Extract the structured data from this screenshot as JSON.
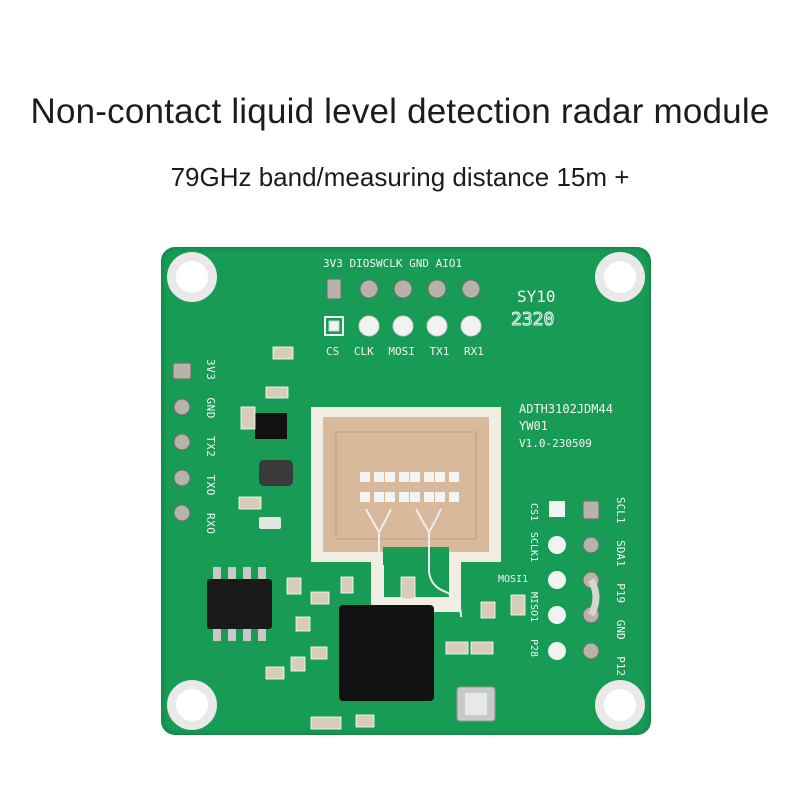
{
  "header": {
    "title": "Non-contact liquid level detection radar module",
    "subtitle": "79GHz band/measuring distance 15m +"
  },
  "board": {
    "top_header_labels": [
      "3V3",
      "DIO",
      "SWCLK",
      "GND",
      "AIO1"
    ],
    "bottom_header_labels": [
      "CS",
      "CLK",
      "MOSI",
      "TX1",
      "RX1"
    ],
    "left_header_labels": [
      "3V3",
      "GND",
      "TX2",
      "TXO",
      "RXO"
    ],
    "right_outer_labels": [
      "SCL1",
      "SDA1",
      "P19",
      "GND",
      "P12"
    ],
    "right_inner_labels": [
      "SCLK1",
      "CS1",
      "MOSI1",
      "MISO1",
      "P28"
    ],
    "model_code": "SY10",
    "date_code": "2320",
    "part_number": "ADTH3102JDM44",
    "marking": "YW01",
    "version": "V1.0-230509"
  },
  "colors": {
    "pcb": "#179b55",
    "pad": "#d9b99b",
    "chip": "#111111"
  }
}
